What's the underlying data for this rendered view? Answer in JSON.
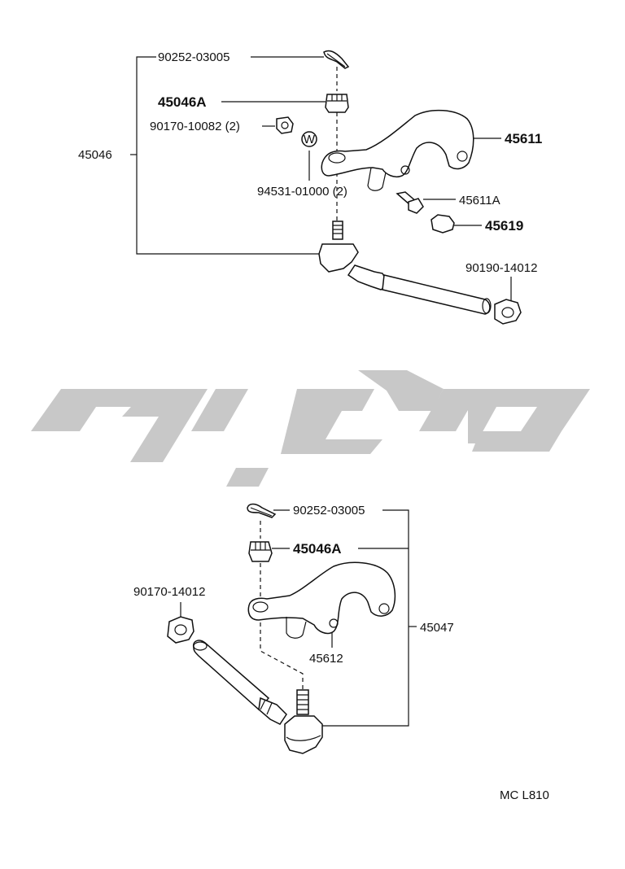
{
  "diagram": {
    "upper": {
      "cotter_pin": "90252-03005",
      "nut_castle": "45046A",
      "nut_small": "90170-10082 (2)",
      "assembly": "45046",
      "arm": "45611",
      "washer_symbol": "W",
      "washer": "94531-01000 (2)",
      "bolt": "45611A",
      "nut_cap": "45619",
      "lock_nut": "90190-14012"
    },
    "lower": {
      "cotter_pin": "90252-03005",
      "nut_castle": "45046A",
      "lock_nut": "90170-14012",
      "assembly": "45047",
      "arm": "45612"
    },
    "code": "MC L810"
  }
}
